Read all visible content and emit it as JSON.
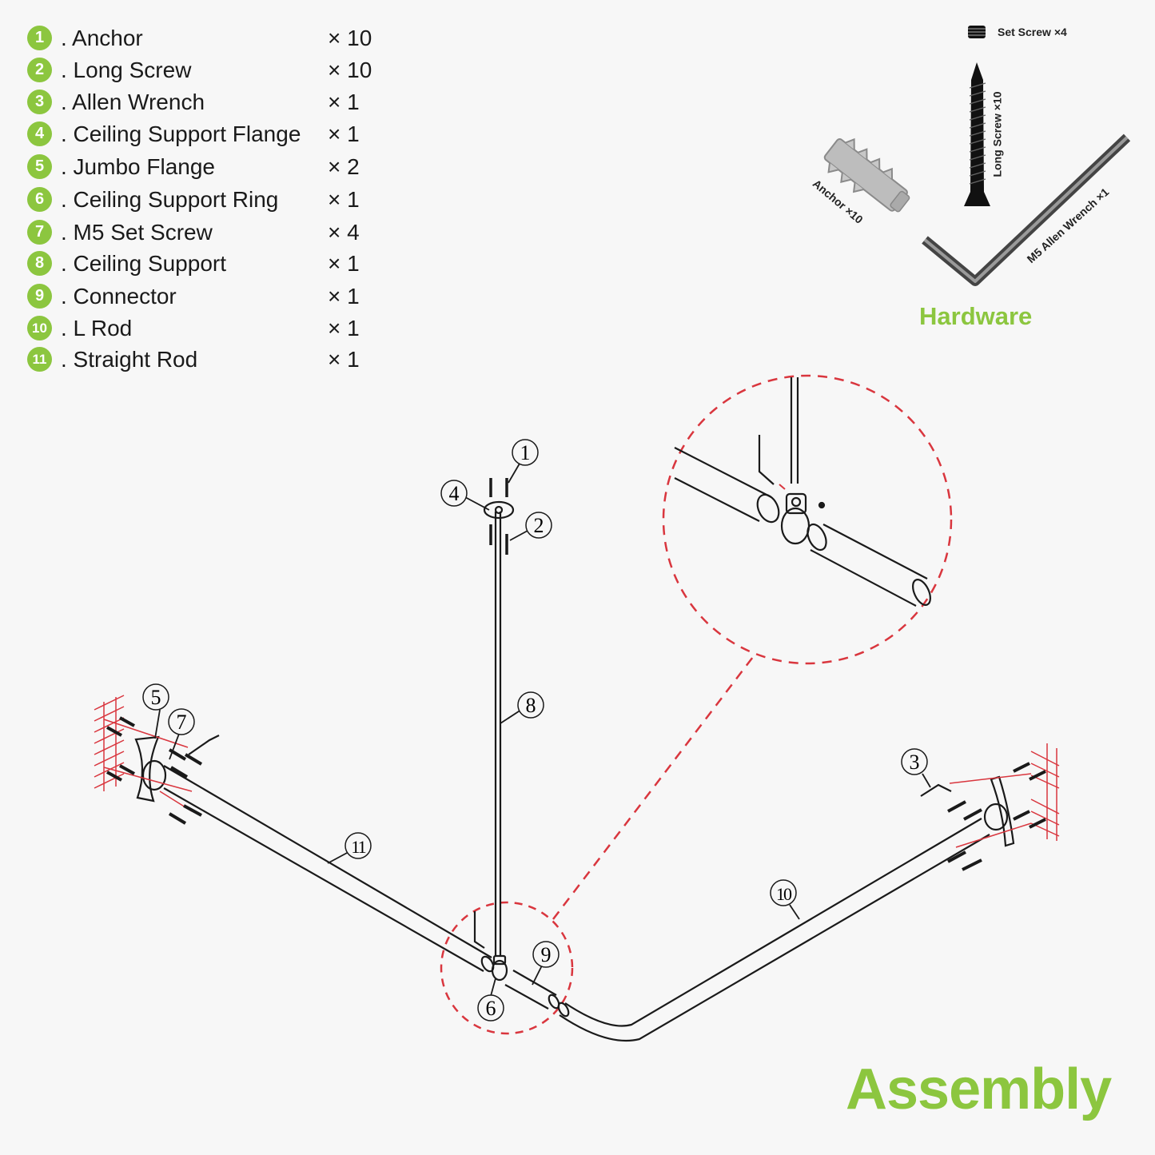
{
  "parts": [
    {
      "num": "1",
      "name": ". Anchor",
      "qty": "× 10"
    },
    {
      "num": "2",
      "name": ". Long Screw",
      "qty": "× 10"
    },
    {
      "num": "3",
      "name": ". Allen Wrench",
      "qty": "× 1"
    },
    {
      "num": "4",
      "name": ". Ceiling Support Flange",
      "qty": "× 1"
    },
    {
      "num": "5",
      "name": ". Jumbo Flange",
      "qty": "× 2"
    },
    {
      "num": "6",
      "name": ". Ceiling Support Ring",
      "qty": "× 1"
    },
    {
      "num": "7",
      "name": ". M5 Set Screw",
      "qty": "× 4"
    },
    {
      "num": "8",
      "name": ". Ceiling Support",
      "qty": "× 1"
    },
    {
      "num": "9",
      "name": ". Connector",
      "qty": "× 1"
    },
    {
      "num": "10",
      "name": ". L Rod",
      "qty": "× 1"
    },
    {
      "num": "11",
      "name": ". Straight Rod",
      "qty": "× 1"
    }
  ],
  "hardware": {
    "set_screw": "Set Screw ×4",
    "long_screw": "Long Screw ×10",
    "anchor": "Anchor ×10",
    "allen_wrench": "M5 Allen Wrench ×1",
    "title": "Hardware"
  },
  "callouts": [
    "1",
    "2",
    "3",
    "4",
    "5",
    "6",
    "7",
    "8",
    "9",
    "10",
    "11"
  ],
  "assembly_title": "Assembly",
  "colors": {
    "accent": "#8cc63f",
    "dashed": "#d9363e",
    "line": "#1a1a1a"
  }
}
